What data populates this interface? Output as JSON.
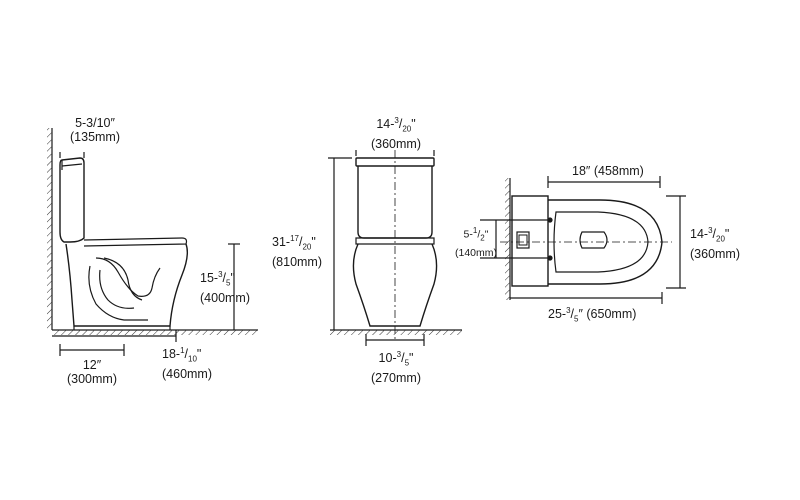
{
  "diagram": {
    "side_view": {
      "tank_depth": {
        "imperial": "5-3/10″",
        "metric": "(135mm)"
      },
      "rough_in": {
        "imperial": "12″",
        "metric": "(300mm)"
      },
      "seat_height": {
        "imperial_whole": "15-",
        "imperial_num": "3",
        "imperial_den": "5",
        "imperial_mark": "\"",
        "metric": "(400mm)"
      },
      "depth_to_tank": {
        "imperial_whole": "18-",
        "imperial_num": "1",
        "imperial_den": "10",
        "imperial_mark": "\"",
        "metric": "(460mm)"
      }
    },
    "front_view": {
      "tank_width": {
        "imperial_whole": "14-",
        "imperial_num": "3",
        "imperial_den": "20",
        "imperial_mark": "\"",
        "metric": "(360mm)"
      },
      "total_height": {
        "imperial_whole": "31-",
        "imperial_num": "17",
        "imperial_den": "20",
        "imperial_mark": "\"",
        "metric": "(810mm)"
      },
      "base_width": {
        "imperial_whole": "10-",
        "imperial_num": "3",
        "imperial_den": "5",
        "imperial_mark": "\"",
        "metric": "(270mm)"
      }
    },
    "top_view": {
      "bowl_length": {
        "imperial": "18″",
        "metric": "(458mm)"
      },
      "bolt_spacing": {
        "imperial_whole": "5-",
        "imperial_num": "1",
        "imperial_den": "2",
        "imperial_mark": "\"",
        "metric": "(140mm)"
      },
      "overall_width": {
        "imperial_whole": "14-",
        "imperial_num": "3",
        "imperial_den": "20",
        "imperial_mark": "\"",
        "metric": "(360mm)"
      },
      "overall_length": {
        "imperial_whole": "25-",
        "imperial_num": "3",
        "imperial_den": "5",
        "imperial_mark": "″",
        "metric": "(650mm)"
      }
    }
  }
}
